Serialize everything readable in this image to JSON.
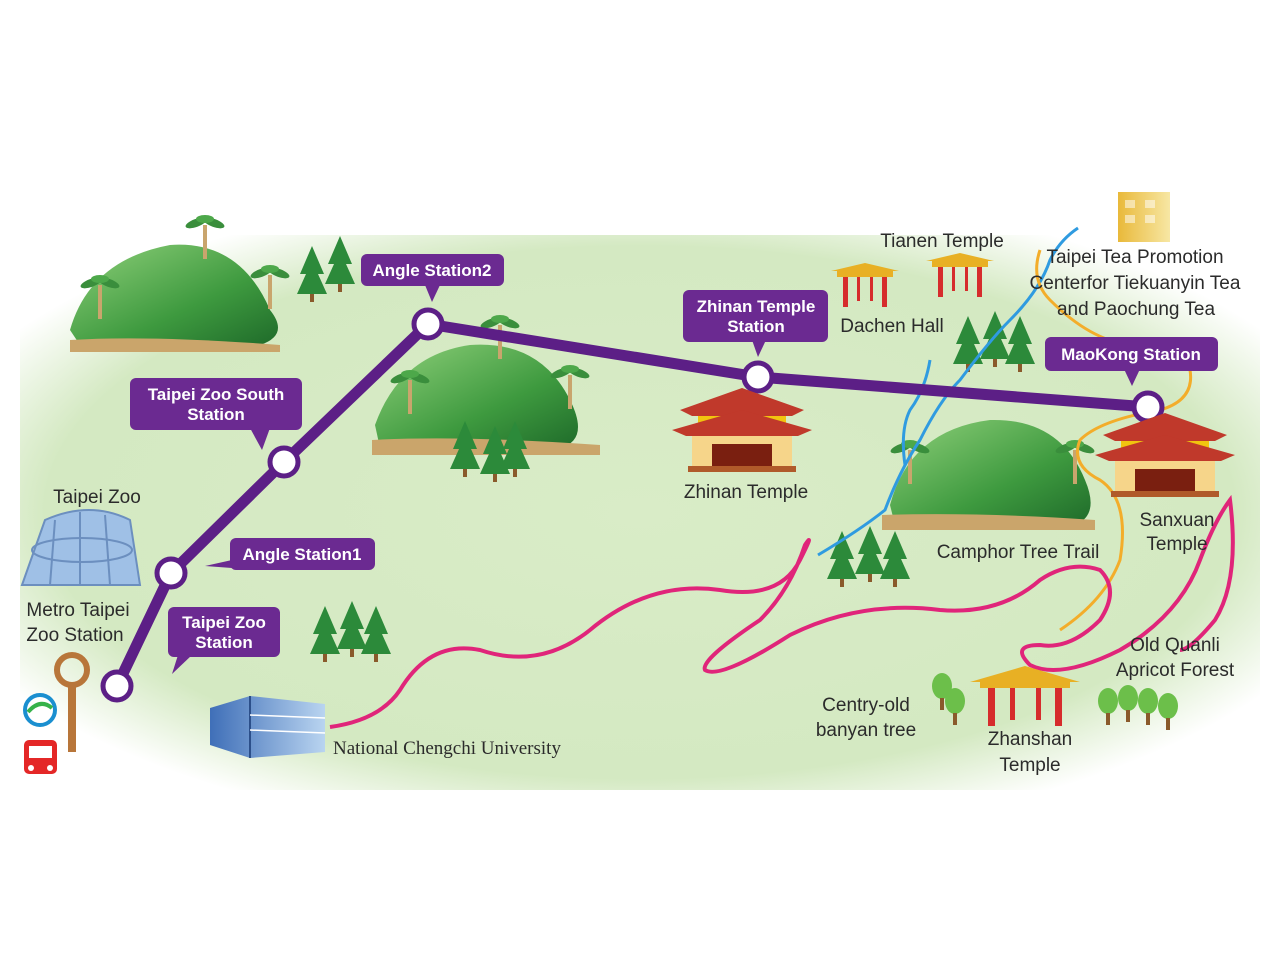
{
  "colors": {
    "gondola_line": "#5c1f86",
    "tag_fill": "#6b2a91",
    "pink_trail": "#e0257a",
    "blue_trail": "#2f9be0",
    "orange_trail": "#f3ad2a",
    "background": "#d6ebc4"
  },
  "stations": {
    "taipei_zoo": [
      "Taipei Zoo",
      "Station"
    ],
    "angle1": [
      "Angle Station1"
    ],
    "zoo_south": [
      "Taipei Zoo South",
      "Station"
    ],
    "angle2": [
      "Angle Station2"
    ],
    "zhinan_stn": [
      "Zhinan Temple",
      "Station"
    ],
    "maokong": [
      "MaoKong Station"
    ]
  },
  "places": {
    "taipei_zoo": "Taipei Zoo",
    "metro": [
      "Metro Taipei",
      "Zoo Station"
    ],
    "nccu": "National Chengchi University",
    "zhinan_temple": "Zhinan Temple",
    "tianen": "Tianen Temple",
    "dachen": "Dachen Hall",
    "tea_center": [
      "Taipei Tea Promotion",
      "Centerfor Tiekuanyin Tea",
      "and Paochung Tea"
    ],
    "camphor": "Camphor Tree Trail",
    "sanxuan": [
      "Sanxuan",
      "Temple"
    ],
    "quanli": [
      "Old Quanli",
      "Apricot Forest"
    ],
    "banyan": [
      "Centry-old",
      "banyan tree"
    ],
    "zhanshan": [
      "Zhanshan",
      "Temple"
    ]
  },
  "icons": [
    "mrt-icon",
    "bus-icon",
    "temple-icon",
    "tree-icon",
    "mountain-icon",
    "building-icon",
    "gate-icon"
  ]
}
